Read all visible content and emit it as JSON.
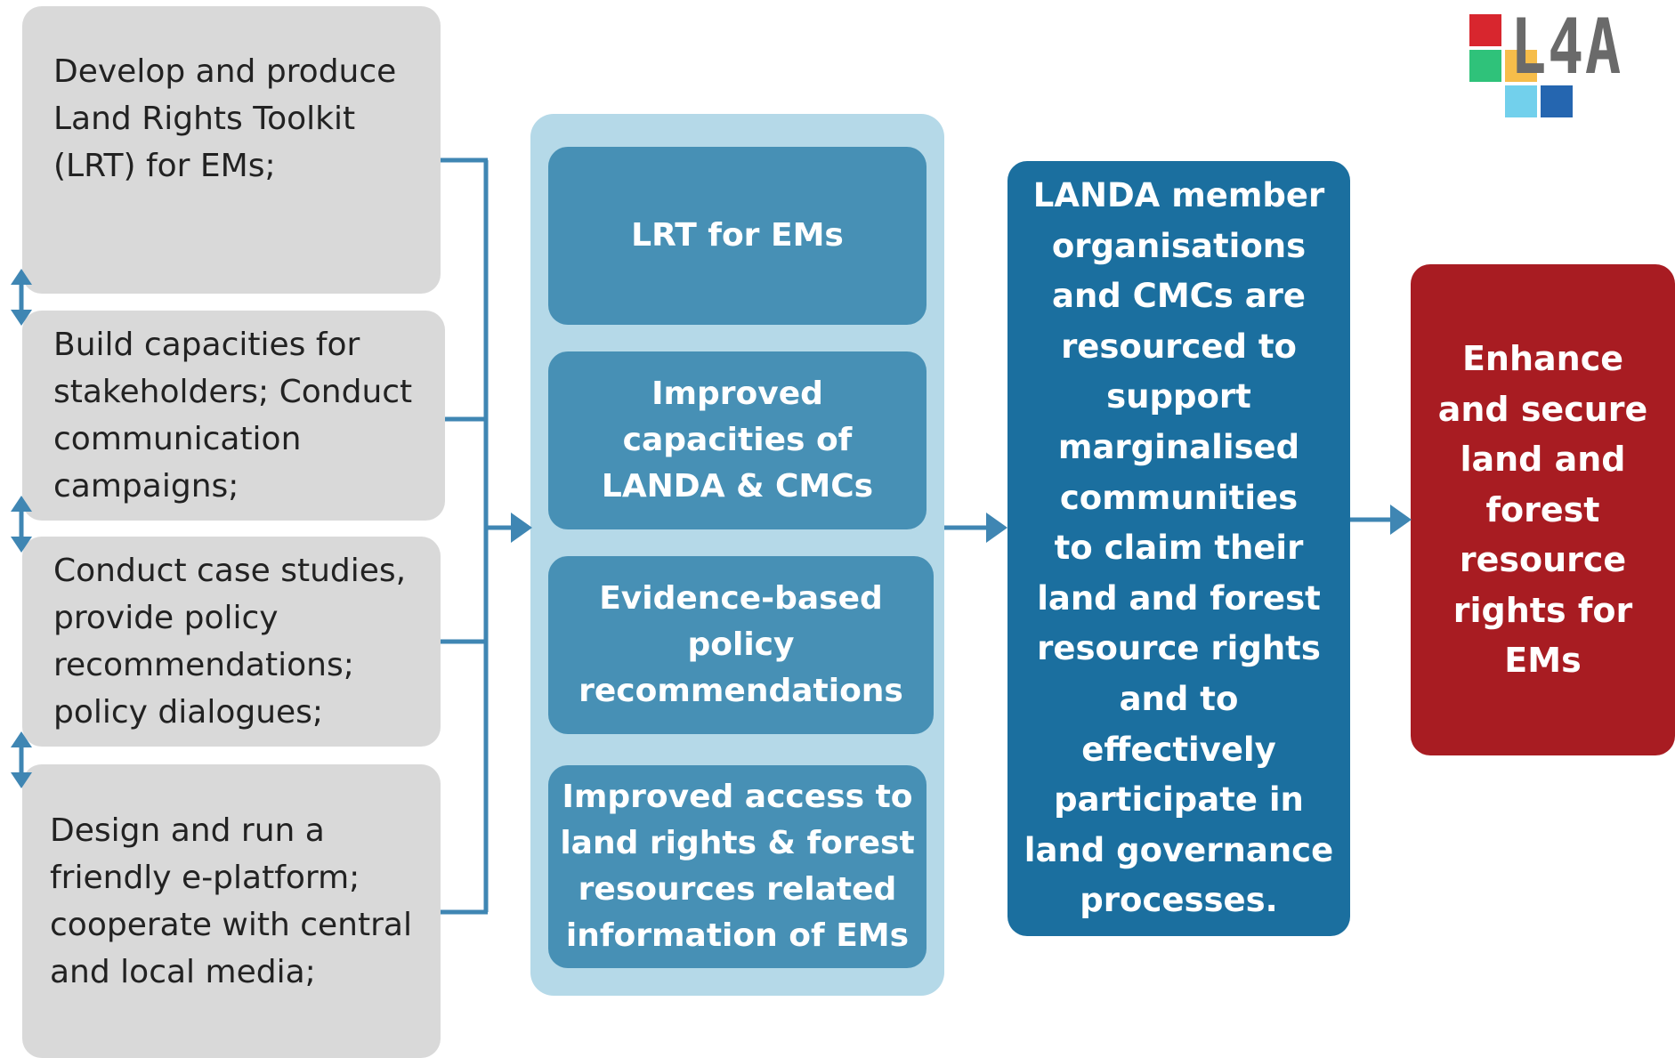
{
  "logo": {
    "text": "L4A",
    "colors": [
      "#d8262e",
      "#2fc27a",
      "#f6bd4a",
      "#72d0ec",
      "#2566b0"
    ]
  },
  "activities": [
    "Develop and produce\nLand Rights Toolkit\n(LRT) for EMs;",
    "Build capacities for\nstakeholders; Conduct\ncommunication\ncampaigns;",
    "Conduct case studies,\n provide policy\nrecommendations;\npolicy dialogues;",
    "Design and run a\nfriendly e-platform;\ncooperate with central\nand local media;"
  ],
  "outputs": [
    "LRT for EMs",
    "Improved\ncapacities of\nLANDA & CMCs",
    "Evidence-based policy\nrecommendations",
    "Improved access to\nland rights & forest\nresources related\ninformation of EMs"
  ],
  "outcome": "LANDA member\norganisations\nand CMCs are\nresourced to\nsupport\nmarginalised\ncommunities\nto claim their\nland and forest\nresource rights\nand to\neffectively\nparticipate in\nland governance\nprocesses.",
  "impact": "Enhance\nand secure\nland and\nforest\nresource\nrights for\nEMs",
  "colors": {
    "activity_bg": "#d9d9d9",
    "output_panel_bg": "#b5d9e8",
    "output_bg": "#4790b5",
    "outcome_bg": "#1b6f9f",
    "impact_bg": "#a81c22",
    "connector": "#3f86b3"
  }
}
